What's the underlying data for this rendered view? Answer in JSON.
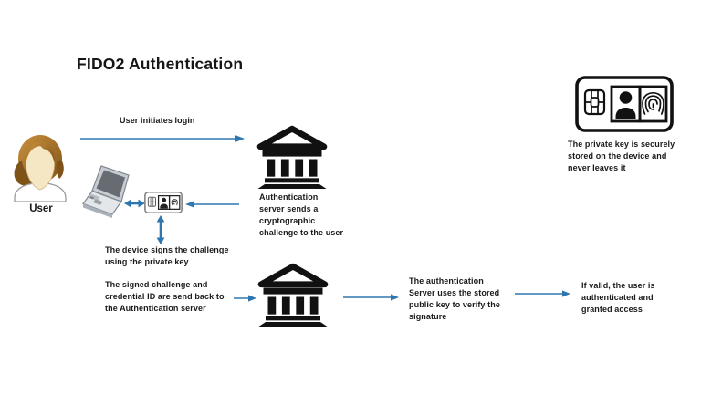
{
  "title": "FIDO2 Authentication",
  "colors": {
    "arrow": "#2E76AD",
    "icon": "#111111",
    "hair_light": "#C9913D",
    "hair_dark": "#7F5318",
    "face": "#F5E6C4",
    "text": "#1A1A1A"
  },
  "user": {
    "label": "User"
  },
  "icons": [
    "user-icon",
    "laptop-icon",
    "authenticator-card-icon",
    "auth-server-bank-icon-top",
    "auth-server-bank-icon-bottom",
    "security-key-card-icon",
    "chip-icon",
    "id-photo-icon",
    "fingerprint-icon"
  ],
  "flow": {
    "login": "User initiates login",
    "challenge": "Authentication\nserver sends a\ncryptographic\nchallenge to the user",
    "sign": "The device signs the challenge\nusing the private key",
    "send_back": "The signed challenge and\ncredential ID are send back to\nthe Authentication server",
    "verify": "The authentication\nServer uses the stored\npublic key to verify the\nsignature",
    "granted": "If valid, the user is\nauthenticated and\ngranted access",
    "private_key": "The private key is securely\nstored on the device and\nnever leaves it"
  }
}
